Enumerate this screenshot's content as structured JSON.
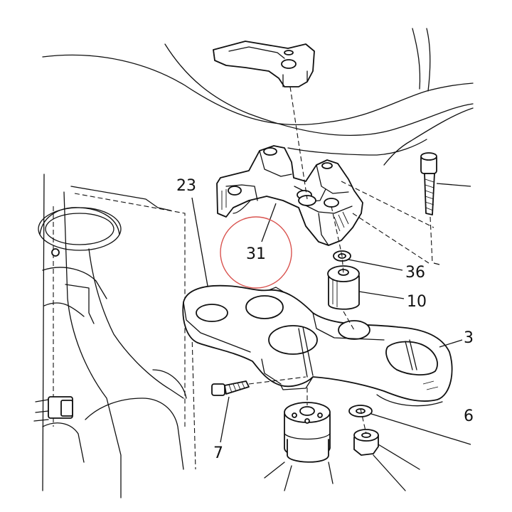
{
  "diagram": {
    "callouts": [
      {
        "id": "c23",
        "text": "23"
      },
      {
        "id": "c31",
        "text": "31"
      },
      {
        "id": "c36",
        "text": "36"
      },
      {
        "id": "c10",
        "text": "10"
      },
      {
        "id": "c7",
        "text": "7"
      },
      {
        "id": "c3",
        "text": "3"
      },
      {
        "id": "c6",
        "text": "6"
      }
    ],
    "highlight": {
      "target": "31",
      "color": "#d9534f"
    }
  }
}
